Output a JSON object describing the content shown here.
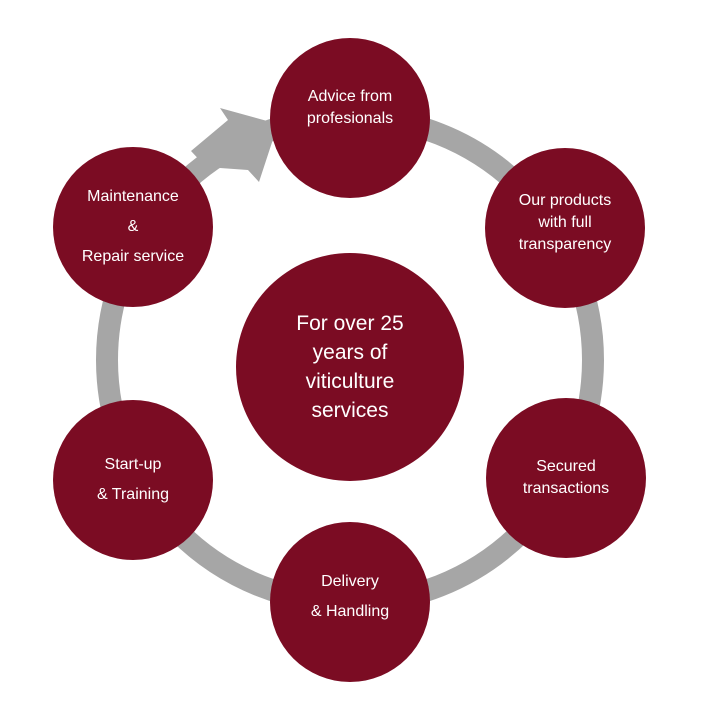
{
  "diagram": {
    "colors": {
      "node_fill": "#7b0c23",
      "node_text": "#ffffff",
      "ring": "#a6a6a6",
      "background": "#ffffff"
    },
    "center": {
      "lines": [
        "For over 25",
        "years of",
        "viticulture",
        "services"
      ]
    },
    "nodes": [
      {
        "id": "advice",
        "lines": [
          "Advice from",
          "profesionals"
        ]
      },
      {
        "id": "transparency",
        "lines": [
          "Our products",
          "with full",
          "transparency"
        ]
      },
      {
        "id": "secured",
        "lines": [
          "Secured",
          "transactions"
        ]
      },
      {
        "id": "delivery",
        "lines": [
          "Delivery",
          "& Handling"
        ]
      },
      {
        "id": "startup",
        "lines": [
          "Start-up",
          "& Training"
        ]
      },
      {
        "id": "maintenance",
        "lines": [
          "Maintenance",
          "&",
          "Repair service"
        ]
      }
    ]
  }
}
